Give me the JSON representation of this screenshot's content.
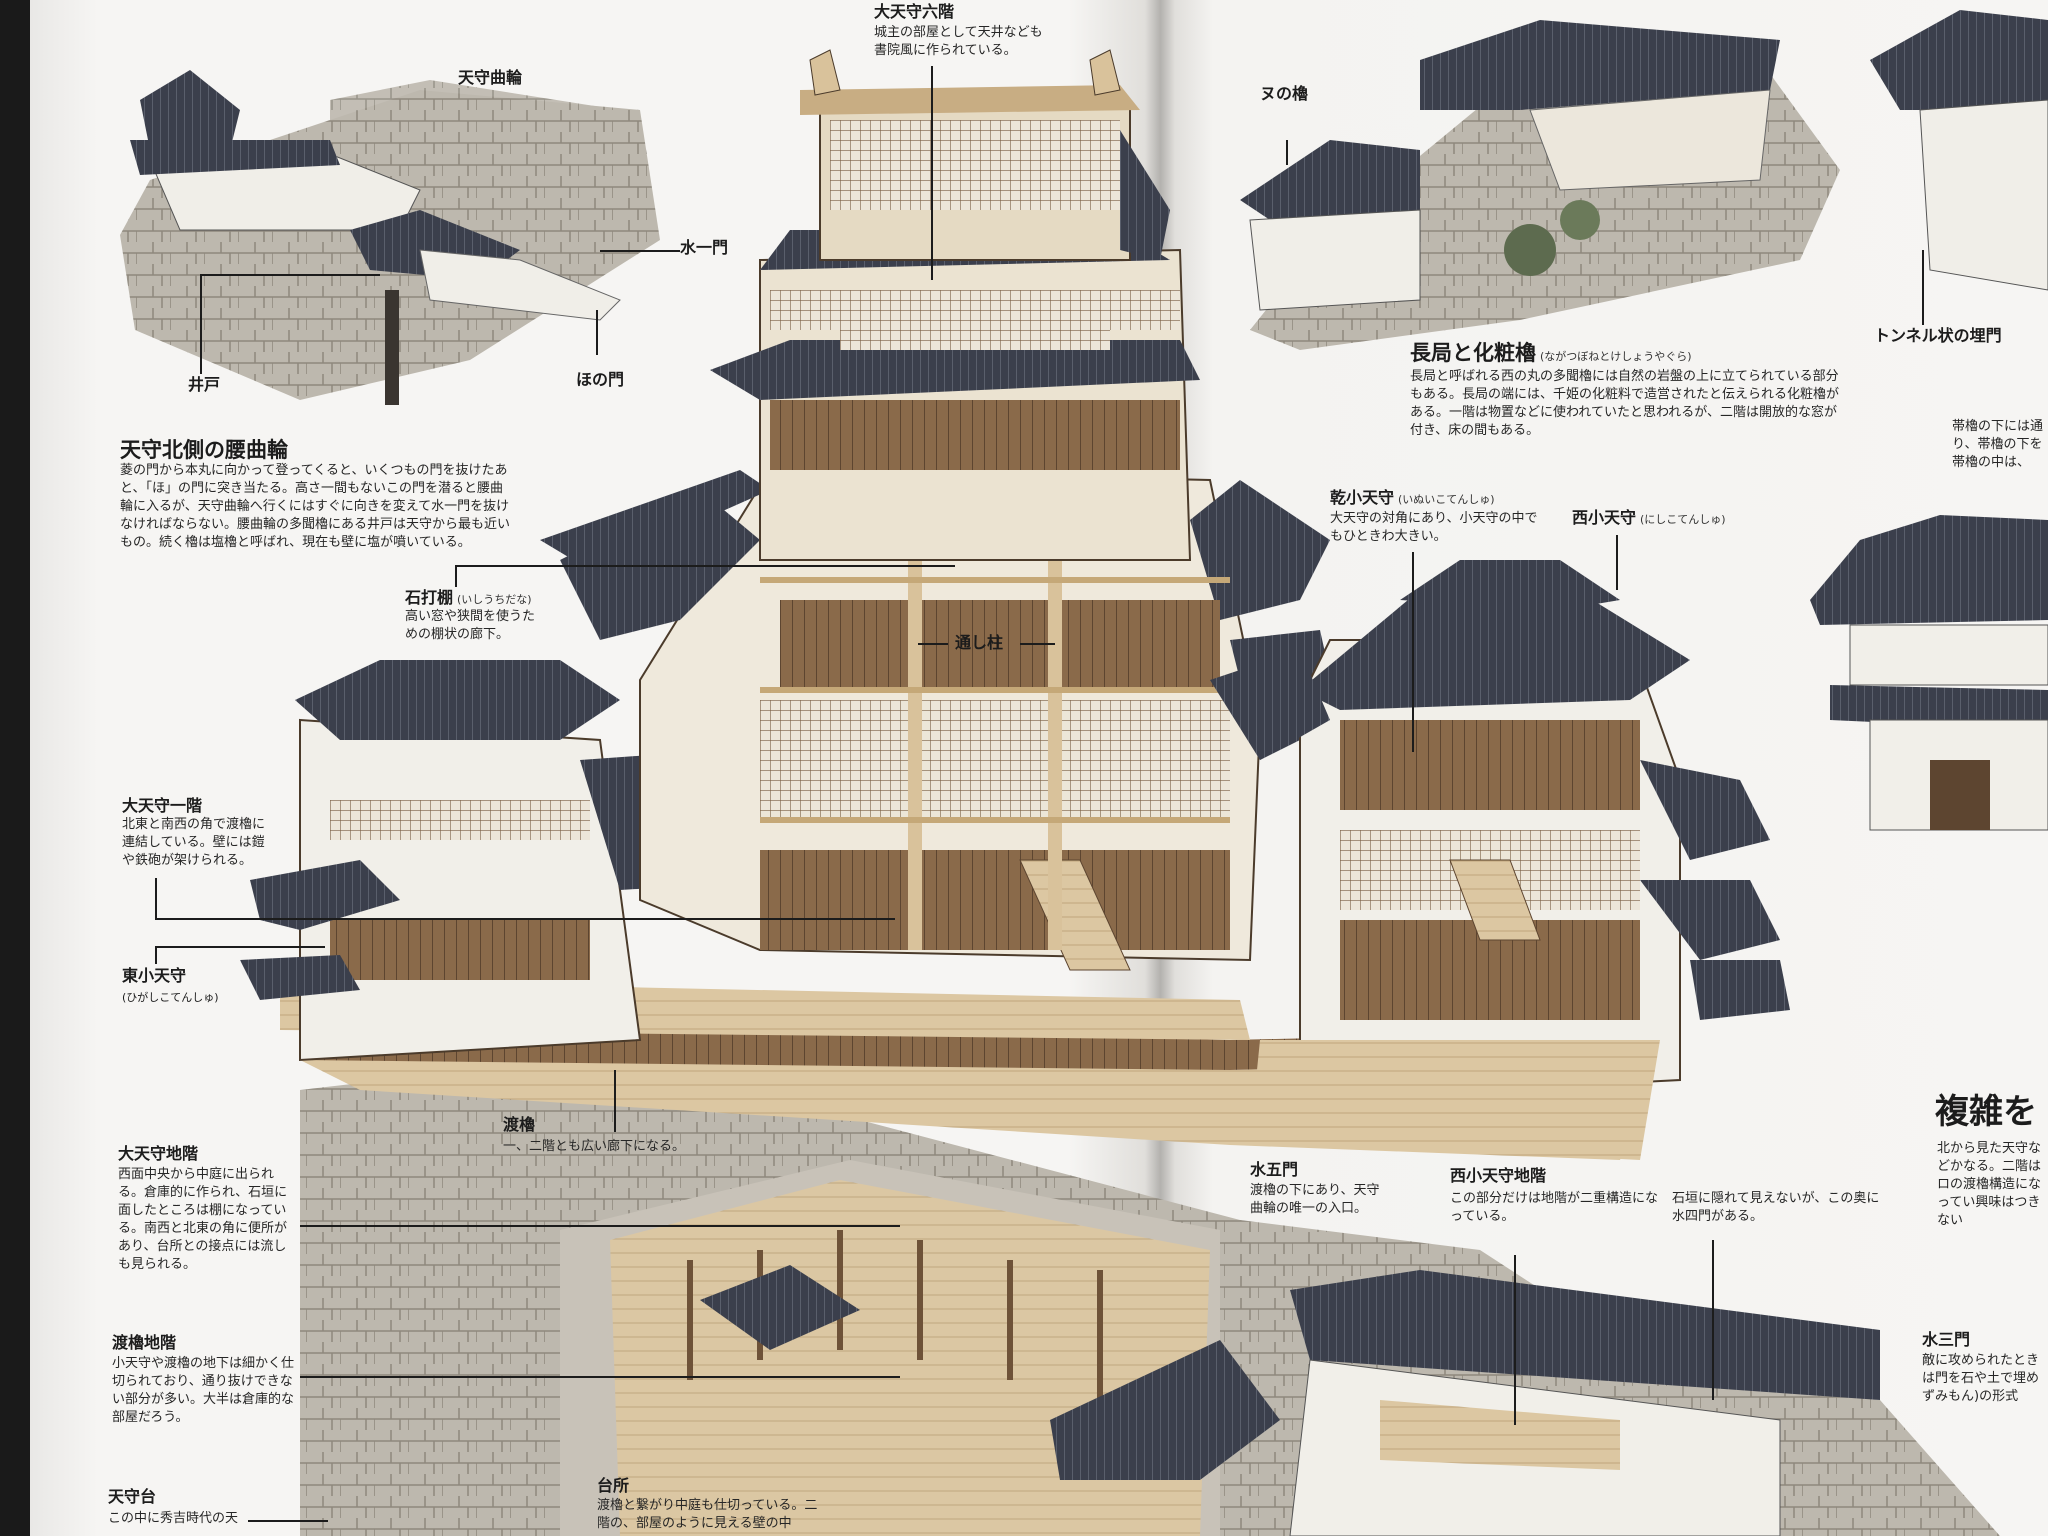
{
  "labels": {
    "tenshu_kuruwa": "天守曲輪",
    "mizuichi_gate": "水一門",
    "ido": "井戸",
    "hono_gate": "ほの門",
    "nu_yagura": "ヌの櫓",
    "tunnel_gate": "トンネル状の埋門",
    "tenshu_roku": "大天守六階",
    "tenshu_roku_desc": "城主の部屋として天井なども書院風に作られている。",
    "koshikuruwa_title": "天守北側の腰曲輪",
    "koshikuruwa_desc": "菱の門から本丸に向かって登ってくると、いくつもの門を抜けたあと、「ほ」の門に突き当たる。高さ一間もないこの門を潜ると腰曲輪に入るが、天守曲輪へ行くにはすぐに向きを変えて水一門を抜けなければならない。腰曲輪の多聞櫓にある井戸は天守から最も近いもの。続く櫓は塩櫓と呼ばれ、現在も壁に塩が噴いている。",
    "nagatsubone_title": "長局と化粧櫓",
    "nagatsubone_ruby": "(ながつぼねとけしょうやぐら)",
    "nagatsubone_desc": "長局と呼ばれる西の丸の多聞櫓には自然の岩盤の上に立てられている部分もある。長局の端には、千姫の化粧料で造営されたと伝えられる化粧櫓がある。一階は物置などに使われていたと思われるが、二階は開放的な窓が付き、床の間もある。",
    "ishiuchidana_title": "石打棚",
    "ishiuchidana_ruby": "(いしうちだな)",
    "ishiuchidana_desc": "高い窓や狭間を使うための棚状の廊下。",
    "toshibashira": "通し柱",
    "inui_title": "乾小天守",
    "inui_ruby": "(いぬいこてんしゅ)",
    "inui_desc": "大天守の対角にあり、小天守の中でもひときわ大きい。",
    "nishi_title": "西小天守",
    "nishi_ruby": "(にしこてんしゅ)",
    "right_edge_text": "帯櫓の下には通り、帯櫓の下を帯櫓の中は、",
    "dai_ikkai_title": "大天守一階",
    "dai_ikkai_desc": "北東と南西の角で渡櫓に連結している。壁には鎧や鉄砲が架けられる。",
    "higashi_title": "東小天守",
    "higashi_ruby": "(ひがしこてんしゅ)",
    "watari_title": "渡櫓",
    "watari_desc": "一、二階とも広い廊下になる。",
    "dai_chikai_title": "大天守地階",
    "dai_chikai_desc": "西面中央から中庭に出られる。倉庫的に作られ、石垣に面したところは棚になっている。南西と北東の角に便所があり、台所との接点には流しも見られる。",
    "mizugo_title": "水五門",
    "mizugo_desc": "渡櫓の下にあり、天守曲輪の唯一の入口。",
    "nishi_chikai_title": "西小天守地階",
    "nishi_chikai_desc": "この部分だけは地階が二重構造になっている。",
    "mizushi_desc": "石垣に隠れて見えないが、この奥に水四門がある。",
    "fukuzatsu_title": "複雑を",
    "fukuzatsu_desc": "北から見た天守などかなる。二階はロの渡櫓構造になってい興味はつきない",
    "watari_chikai_title": "渡櫓地階",
    "watari_chikai_desc": "小天守や渡櫓の地下は細かく仕切られており、通り抜けできない部分が多い。大半は倉庫的な部屋だろう。",
    "mizusan_title": "水三門",
    "mizusan_desc": "敵に攻められたときは門を石や土で埋めずみもん)の形式",
    "tenshudai_title": "天守台",
    "tenshudai_desc": "この中に秀吉時代の天",
    "daidokoro_title": "台所",
    "daidokoro_desc": "渡櫓と繋がり中庭も仕切っている。二階の、部屋のように見える壁の中"
  },
  "colors": {
    "paper": "#f4f3f1",
    "roof": "#3b3f4c",
    "wood": "#d9c29b",
    "wood_dark": "#6e5238",
    "stone": "#b9b4ab",
    "plaster": "#f1efe9"
  },
  "icons": [
    "castle-illustration",
    "leader-line",
    "leader-dot"
  ]
}
